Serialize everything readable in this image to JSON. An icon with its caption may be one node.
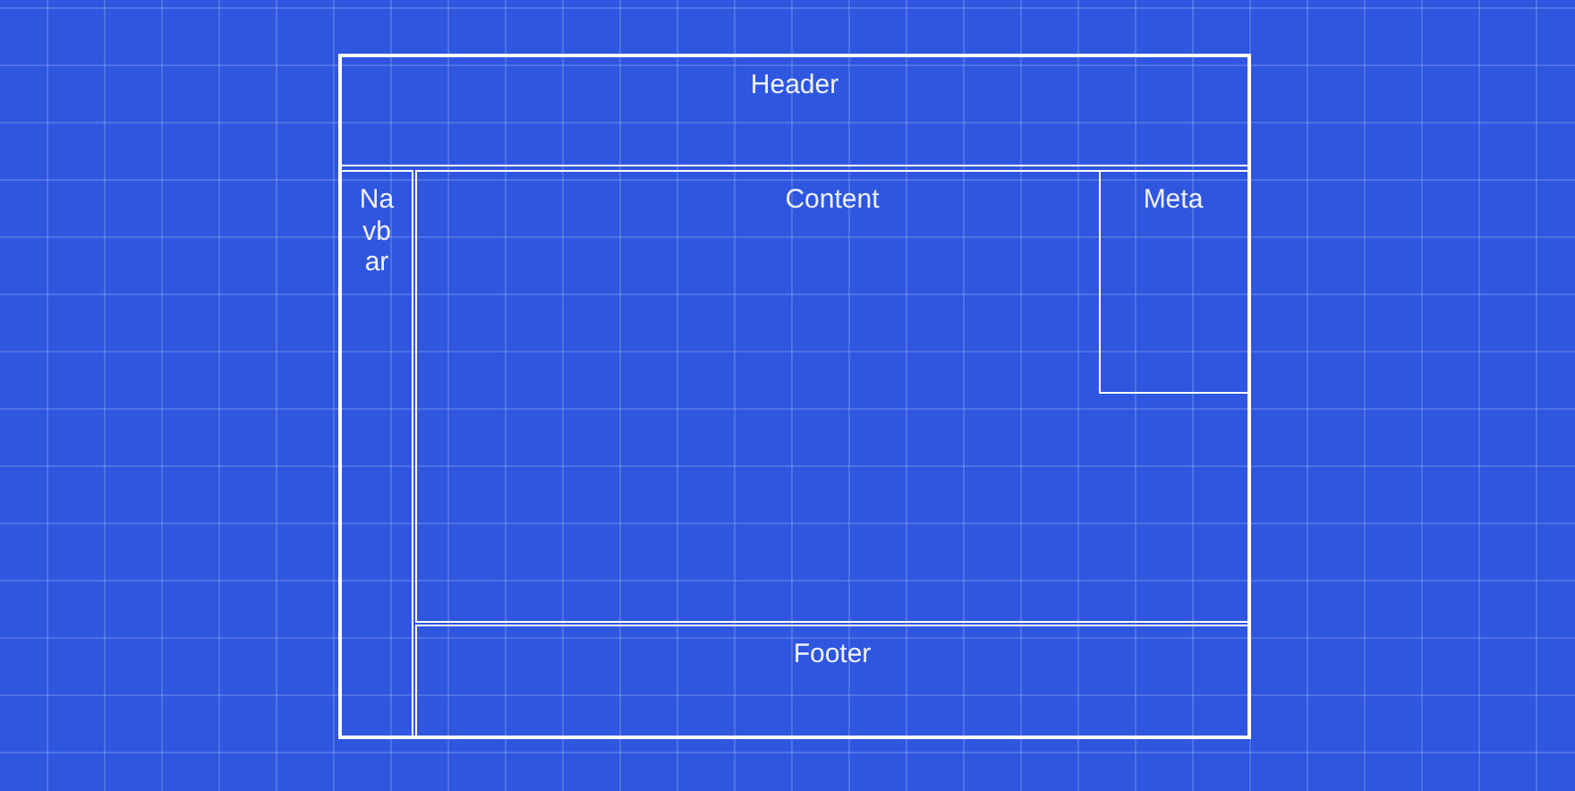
{
  "diagram": {
    "nodes": [
      {
        "text": [],
        "shape": "box"
      },
      {
        "text": [
          "Header"
        ],
        "in": 0
      },
      {
        "text": [
          "Navbar"
        ],
        "in": 0
      },
      {
        "text": [
          "Content"
        ],
        "in": 0
      },
      {
        "text": [
          "Meta"
        ],
        "in": 3
      },
      {
        "text": [
          "Footer"
        ],
        "in": 0
      }
    ]
  }
}
